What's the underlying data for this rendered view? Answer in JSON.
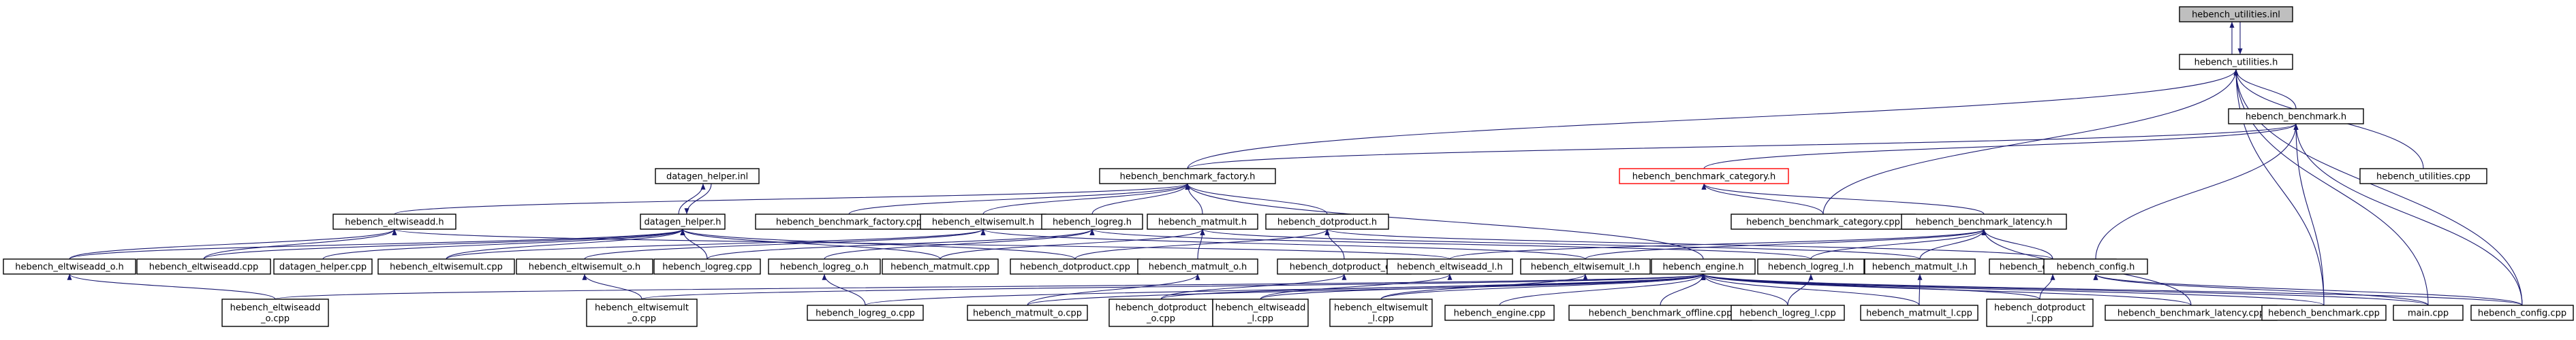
{
  "diagram": {
    "colors": {
      "edge": "#191970",
      "root_fill": "#bfbfbf",
      "node_border": "#000000",
      "highlight_border": "#ff0000"
    },
    "nodes": [
      {
        "id": "utilities_inl",
        "lines": [
          "hebench_utilities.inl"
        ],
        "style": "root"
      },
      {
        "id": "utilities_h",
        "lines": [
          "hebench_utilities.h"
        ]
      },
      {
        "id": "benchmark_h",
        "lines": [
          "hebench_benchmark.h"
        ]
      },
      {
        "id": "utilities_cpp",
        "lines": [
          "hebench_utilities.cpp"
        ]
      },
      {
        "id": "datagen_inl",
        "lines": [
          "datagen_helper.inl"
        ]
      },
      {
        "id": "factory_h",
        "lines": [
          "hebench_benchmark_factory.h"
        ]
      },
      {
        "id": "category_h",
        "lines": [
          "hebench_benchmark_category.h"
        ],
        "style": "red"
      },
      {
        "id": "eltwiseadd_h",
        "lines": [
          "hebench_eltwiseadd.h"
        ]
      },
      {
        "id": "datagen_h",
        "lines": [
          "datagen_helper.h"
        ]
      },
      {
        "id": "factory_cpp",
        "lines": [
          "hebench_benchmark_factory.cpp"
        ]
      },
      {
        "id": "eltwisemult_h",
        "lines": [
          "hebench_eltwisemult.h"
        ]
      },
      {
        "id": "logreg_h",
        "lines": [
          "hebench_logreg.h"
        ]
      },
      {
        "id": "matmult_h",
        "lines": [
          "hebench_matmult.h"
        ]
      },
      {
        "id": "dotproduct_h",
        "lines": [
          "hebench_dotproduct.h"
        ]
      },
      {
        "id": "category_cpp",
        "lines": [
          "hebench_benchmark_category.cpp"
        ]
      },
      {
        "id": "latency_h",
        "lines": [
          "hebench_benchmark_latency.h"
        ]
      },
      {
        "id": "eltwiseadd_o_h",
        "lines": [
          "hebench_eltwiseadd_o.h"
        ]
      },
      {
        "id": "eltwiseadd_cpp",
        "lines": [
          "hebench_eltwiseadd.cpp"
        ]
      },
      {
        "id": "datagen_cpp",
        "lines": [
          "datagen_helper.cpp"
        ]
      },
      {
        "id": "eltwisemult_cpp",
        "lines": [
          "hebench_eltwisemult.cpp"
        ]
      },
      {
        "id": "eltwisemult_o_h",
        "lines": [
          "hebench_eltwisemult_o.h"
        ]
      },
      {
        "id": "logreg_cpp",
        "lines": [
          "hebench_logreg.cpp"
        ]
      },
      {
        "id": "logreg_o_h",
        "lines": [
          "hebench_logreg_o.h"
        ]
      },
      {
        "id": "matmult_cpp",
        "lines": [
          "hebench_matmult.cpp"
        ]
      },
      {
        "id": "dotproduct_cpp",
        "lines": [
          "hebench_dotproduct.cpp"
        ]
      },
      {
        "id": "matmult_o_h",
        "lines": [
          "hebench_matmult_o.h"
        ]
      },
      {
        "id": "dotproduct_o_h",
        "lines": [
          "hebench_dotproduct_o.h"
        ]
      },
      {
        "id": "eltwiseadd_l_h",
        "lines": [
          "hebench_eltwiseadd_l.h"
        ]
      },
      {
        "id": "eltwisemult_l_h",
        "lines": [
          "hebench_eltwisemult_l.h"
        ]
      },
      {
        "id": "engine_h",
        "lines": [
          "hebench_engine.h"
        ]
      },
      {
        "id": "logreg_l_h",
        "lines": [
          "hebench_logreg_l.h"
        ]
      },
      {
        "id": "matmult_l_h",
        "lines": [
          "hebench_matmult_l.h"
        ]
      },
      {
        "id": "dotproduct_l_h",
        "lines": [
          "hebench_dotproduct_l.h"
        ]
      },
      {
        "id": "config_h",
        "lines": [
          "hebench_config.h"
        ]
      },
      {
        "id": "eltwiseadd_o_cpp",
        "lines": [
          "hebench_eltwiseadd",
          "_o.cpp"
        ]
      },
      {
        "id": "eltwisemult_o_cpp",
        "lines": [
          "hebench_eltwisemult",
          "_o.cpp"
        ]
      },
      {
        "id": "logreg_o_cpp",
        "lines": [
          "hebench_logreg_o.cpp"
        ]
      },
      {
        "id": "matmult_o_cpp",
        "lines": [
          "hebench_matmult_o.cpp"
        ]
      },
      {
        "id": "dotproduct_o_cpp",
        "lines": [
          "hebench_dotproduct",
          "_o.cpp"
        ]
      },
      {
        "id": "eltwiseadd_l_cpp",
        "lines": [
          "hebench_eltwiseadd",
          "_l.cpp"
        ]
      },
      {
        "id": "eltwisemult_l_cpp",
        "lines": [
          "hebench_eltwisemult",
          "_l.cpp"
        ]
      },
      {
        "id": "engine_cpp",
        "lines": [
          "hebench_engine.cpp"
        ]
      },
      {
        "id": "offline_cpp",
        "lines": [
          "hebench_benchmark_offline.cpp"
        ]
      },
      {
        "id": "logreg_l_cpp",
        "lines": [
          "hebench_logreg_l.cpp"
        ]
      },
      {
        "id": "matmult_l_cpp",
        "lines": [
          "hebench_matmult_l.cpp"
        ]
      },
      {
        "id": "dotproduct_l_cpp",
        "lines": [
          "hebench_dotproduct",
          "_l.cpp"
        ]
      },
      {
        "id": "latency_cpp",
        "lines": [
          "hebench_benchmark_latency.cpp"
        ]
      },
      {
        "id": "benchmark_cpp",
        "lines": [
          "hebench_benchmark.cpp"
        ]
      },
      {
        "id": "main_cpp",
        "lines": [
          "main.cpp"
        ]
      },
      {
        "id": "config_cpp",
        "lines": [
          "hebench_config.cpp"
        ]
      }
    ],
    "edges": [
      [
        "utilities_h",
        "utilities_inl"
      ],
      [
        "utilities_inl",
        "utilities_h"
      ],
      [
        "benchmark_h",
        "utilities_h"
      ],
      [
        "utilities_cpp",
        "utilities_h"
      ],
      [
        "factory_h",
        "utilities_h"
      ],
      [
        "category_cpp",
        "utilities_h"
      ],
      [
        "benchmark_cpp",
        "utilities_h"
      ],
      [
        "main_cpp",
        "utilities_h"
      ],
      [
        "config_cpp",
        "utilities_h"
      ],
      [
        "category_h",
        "benchmark_h"
      ],
      [
        "latency_h",
        "category_h"
      ],
      [
        "factory_h",
        "benchmark_h"
      ],
      [
        "benchmark_cpp",
        "benchmark_h"
      ],
      [
        "config_h",
        "benchmark_h"
      ],
      [
        "config_cpp",
        "benchmark_h"
      ],
      [
        "category_cpp",
        "category_h"
      ],
      [
        "datagen_h",
        "datagen_inl"
      ],
      [
        "datagen_inl",
        "datagen_h"
      ],
      [
        "eltwiseadd_h",
        "factory_h"
      ],
      [
        "factory_cpp",
        "factory_h"
      ],
      [
        "eltwisemult_h",
        "factory_h"
      ],
      [
        "logreg_h",
        "factory_h"
      ],
      [
        "matmult_h",
        "factory_h"
      ],
      [
        "dotproduct_h",
        "factory_h"
      ],
      [
        "engine_h",
        "factory_h"
      ],
      [
        "eltwiseadd_o_h",
        "eltwiseadd_h"
      ],
      [
        "eltwiseadd_cpp",
        "eltwiseadd_h"
      ],
      [
        "eltwiseadd_l_h",
        "eltwiseadd_h"
      ],
      [
        "eltwiseadd_o_h",
        "datagen_h"
      ],
      [
        "eltwiseadd_cpp",
        "datagen_h"
      ],
      [
        "datagen_cpp",
        "datagen_h"
      ],
      [
        "eltwisemult_cpp",
        "datagen_h"
      ],
      [
        "logreg_cpp",
        "datagen_h"
      ],
      [
        "matmult_cpp",
        "datagen_h"
      ],
      [
        "dotproduct_cpp",
        "datagen_h"
      ],
      [
        "eltwisemult_o_h",
        "eltwisemult_h"
      ],
      [
        "eltwisemult_cpp",
        "eltwisemult_h"
      ],
      [
        "eltwisemult_l_h",
        "eltwisemult_h"
      ],
      [
        "logreg_o_h",
        "logreg_h"
      ],
      [
        "logreg_cpp",
        "logreg_h"
      ],
      [
        "logreg_l_h",
        "logreg_h"
      ],
      [
        "matmult_o_h",
        "matmult_h"
      ],
      [
        "matmult_cpp",
        "matmult_h"
      ],
      [
        "matmult_l_h",
        "matmult_h"
      ],
      [
        "dotproduct_o_h",
        "dotproduct_h"
      ],
      [
        "dotproduct_cpp",
        "dotproduct_h"
      ],
      [
        "dotproduct_l_h",
        "dotproduct_h"
      ],
      [
        "eltwiseadd_l_h",
        "latency_h"
      ],
      [
        "eltwisemult_l_h",
        "latency_h"
      ],
      [
        "logreg_l_h",
        "latency_h"
      ],
      [
        "matmult_l_h",
        "latency_h"
      ],
      [
        "dotproduct_l_h",
        "latency_h"
      ],
      [
        "latency_cpp",
        "latency_h"
      ],
      [
        "main_cpp",
        "config_h"
      ],
      [
        "config_cpp",
        "config_h"
      ],
      [
        "eltwiseadd_o_cpp",
        "eltwiseadd_o_h"
      ],
      [
        "eltwisemult_o_cpp",
        "eltwisemult_o_h"
      ],
      [
        "logreg_o_cpp",
        "logreg_o_h"
      ],
      [
        "matmult_o_cpp",
        "matmult_o_h"
      ],
      [
        "dotproduct_o_cpp",
        "dotproduct_o_h"
      ],
      [
        "eltwiseadd_l_cpp",
        "eltwiseadd_l_h"
      ],
      [
        "eltwisemult_l_cpp",
        "eltwisemult_l_h"
      ],
      [
        "logreg_l_cpp",
        "logreg_l_h"
      ],
      [
        "matmult_l_cpp",
        "matmult_l_h"
      ],
      [
        "dotproduct_l_cpp",
        "dotproduct_l_h"
      ],
      [
        "eltwiseadd_o_cpp",
        "engine_h"
      ],
      [
        "eltwisemult_o_cpp",
        "engine_h"
      ],
      [
        "logreg_o_cpp",
        "engine_h"
      ],
      [
        "matmult_o_cpp",
        "engine_h"
      ],
      [
        "dotproduct_o_cpp",
        "engine_h"
      ],
      [
        "eltwiseadd_l_cpp",
        "engine_h"
      ],
      [
        "eltwisemult_l_cpp",
        "engine_h"
      ],
      [
        "engine_cpp",
        "engine_h"
      ],
      [
        "offline_cpp",
        "engine_h"
      ],
      [
        "logreg_l_cpp",
        "engine_h"
      ],
      [
        "matmult_l_cpp",
        "engine_h"
      ],
      [
        "dotproduct_l_cpp",
        "engine_h"
      ],
      [
        "latency_cpp",
        "engine_h"
      ],
      [
        "benchmark_cpp",
        "engine_h"
      ],
      [
        "main_cpp",
        "engine_h"
      ],
      [
        "config_cpp",
        "engine_h"
      ]
    ]
  }
}
